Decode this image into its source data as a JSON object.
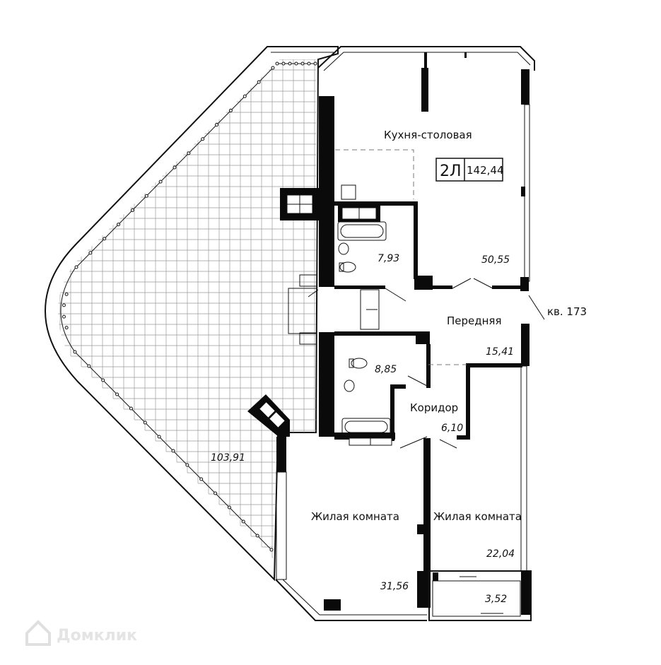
{
  "plan": {
    "code": "2Л",
    "total_area": "142,44",
    "apartment": "кв. 173"
  },
  "rooms": {
    "kitchen": {
      "label": "Кухня-столовая",
      "area": "50,55"
    },
    "bath_upper": {
      "area": "7,93"
    },
    "hall": {
      "label": "Передняя",
      "area": "15,41"
    },
    "bath_lower": {
      "area": "8,85"
    },
    "corridor": {
      "label": "Коридор",
      "area": "6,10"
    },
    "terrace": {
      "area": "103,91"
    },
    "living_left": {
      "label": "Жилая комната",
      "area": "31,56"
    },
    "living_right": {
      "label": "Жилая комната",
      "area": "22,04"
    },
    "balcony": {
      "area": "3,52"
    }
  },
  "watermark": {
    "text": "Домклик",
    "icon": "house-logo-icon"
  }
}
